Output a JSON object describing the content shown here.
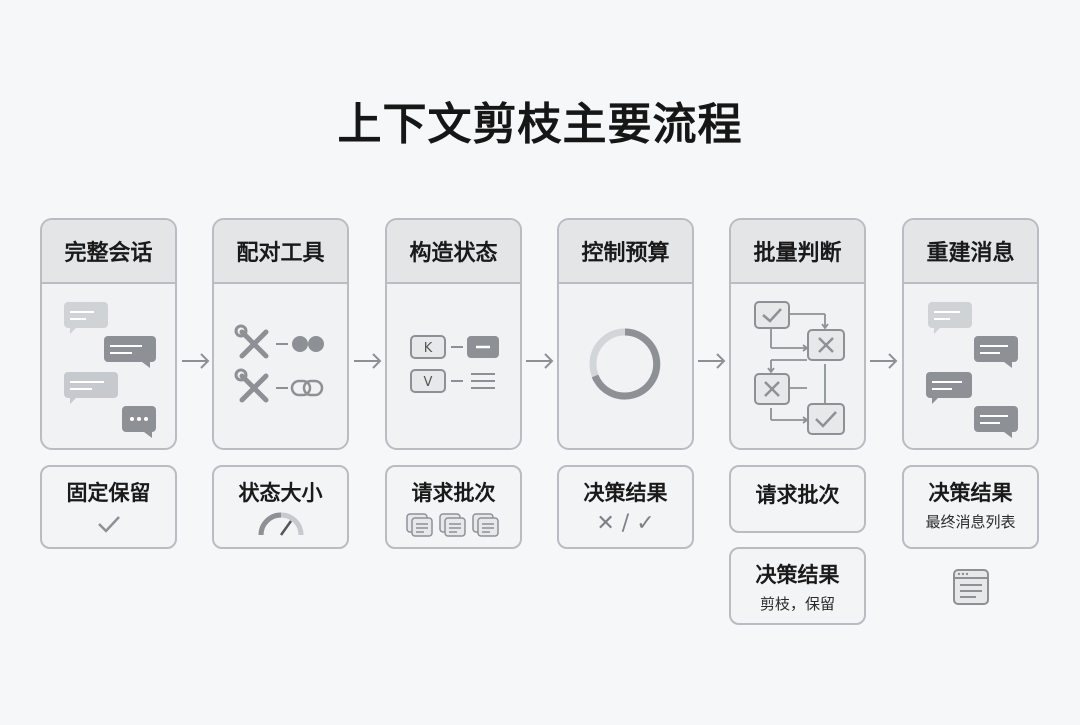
{
  "title": "上下文剪枝主要流程",
  "steps": [
    {
      "title": "完整会话"
    },
    {
      "title": "配对工具"
    },
    {
      "title": "构造状态"
    },
    {
      "title": "控制预算"
    },
    {
      "title": "批量判断"
    },
    {
      "title": "重建消息"
    }
  ],
  "outputs": [
    {
      "label": "固定保留"
    },
    {
      "label": "状态大小"
    },
    {
      "label": "请求批次"
    },
    {
      "label": "决策结果",
      "detail": "✕ / ✓"
    },
    {
      "label": "请求批次"
    },
    {
      "label": "决策结果",
      "detail": "最终消息列表"
    }
  ],
  "extra_output": {
    "label": "决策结果",
    "detail": "剪枝，保留"
  },
  "state_keys": [
    "K",
    "V"
  ],
  "colors": {
    "border": "#b9bcc0",
    "icon": "#8d9196",
    "icon_light": "#c6c9cd",
    "header": "#e3e5e7"
  }
}
